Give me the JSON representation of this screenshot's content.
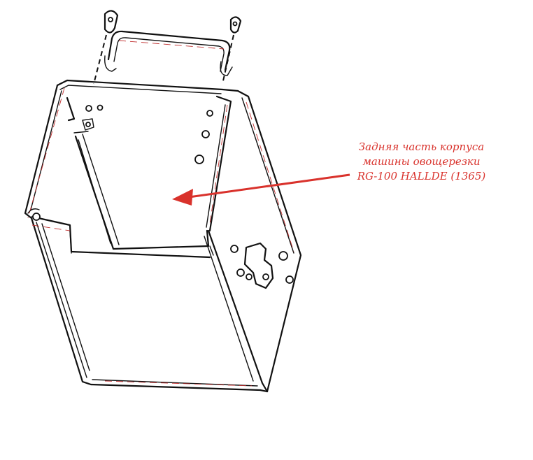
{
  "caption": {
    "line1": "Задняя часть корпуса",
    "line2": "машины овощерезки",
    "line3": "RG-100 HALLDE (1365)"
  },
  "colors": {
    "annotation": "#d9322c",
    "linework": "#111111",
    "background": "#ffffff"
  }
}
